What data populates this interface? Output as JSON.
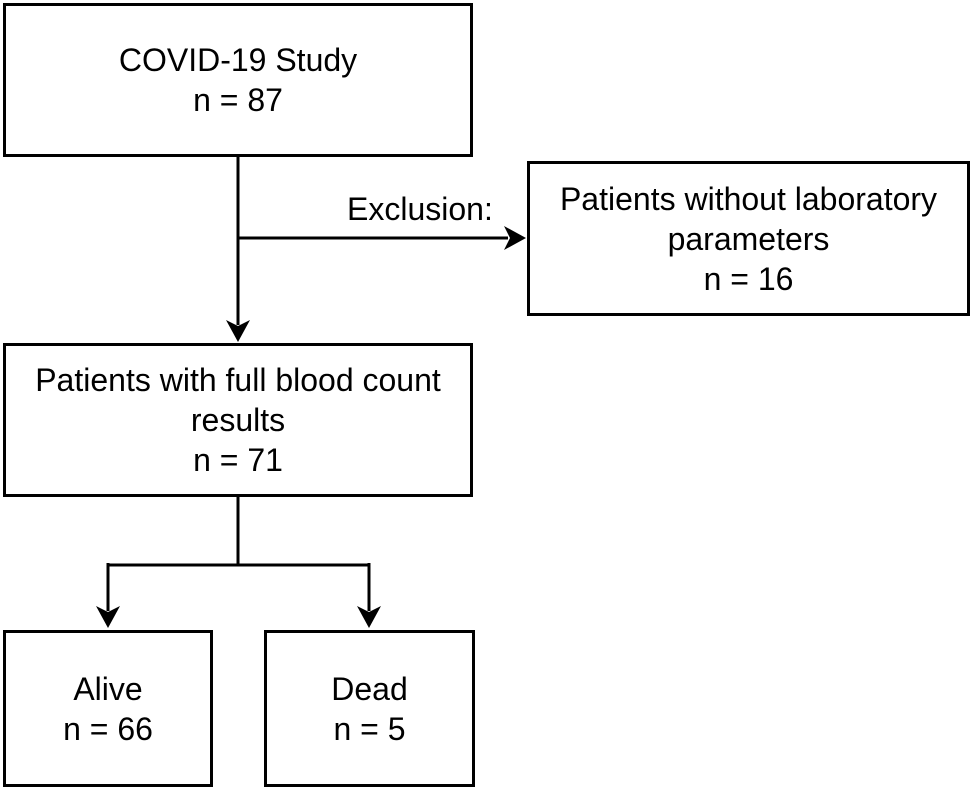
{
  "boxes": {
    "study": {
      "label": "COVID-19 Study",
      "n": "n = 87"
    },
    "excluded": {
      "label": "Patients without laboratory parameters",
      "n": "n = 16"
    },
    "included": {
      "label": "Patients with full blood count results",
      "n": "n = 71"
    },
    "alive": {
      "label": "Alive",
      "n": "n = 66"
    },
    "dead": {
      "label": "Dead",
      "n": "n = 5"
    }
  },
  "edge_labels": {
    "exclusion": "Exclusion:"
  },
  "colors": {
    "line": "#000000",
    "box_border": "#000000",
    "box_fill": "#ffffff",
    "text": "#000000",
    "background": "#ffffff"
  }
}
